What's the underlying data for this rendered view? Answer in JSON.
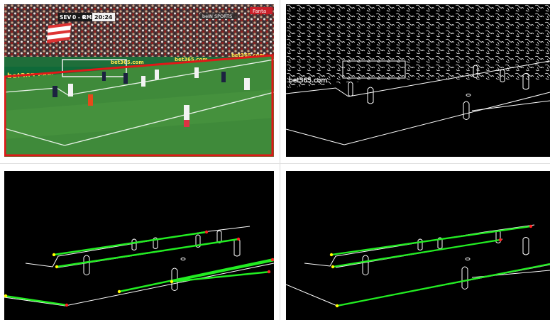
{
  "scoreboard": {
    "home": "SEV",
    "score": "0 - 0",
    "away": "RMA",
    "clock": "20:24"
  },
  "broadcaster": "beIN SPORTS",
  "ad_text": "bet365.com",
  "corner_tag": "Fanta",
  "colors": {
    "pitch": "#3f8a3a",
    "crowd": "#5a3a3a",
    "field_outline": "#e01818",
    "line_detect": "#22ee22",
    "endpoint_start": "#ffff00",
    "endpoint_end": "#ff2222",
    "edge_white": "#ffffff"
  }
}
